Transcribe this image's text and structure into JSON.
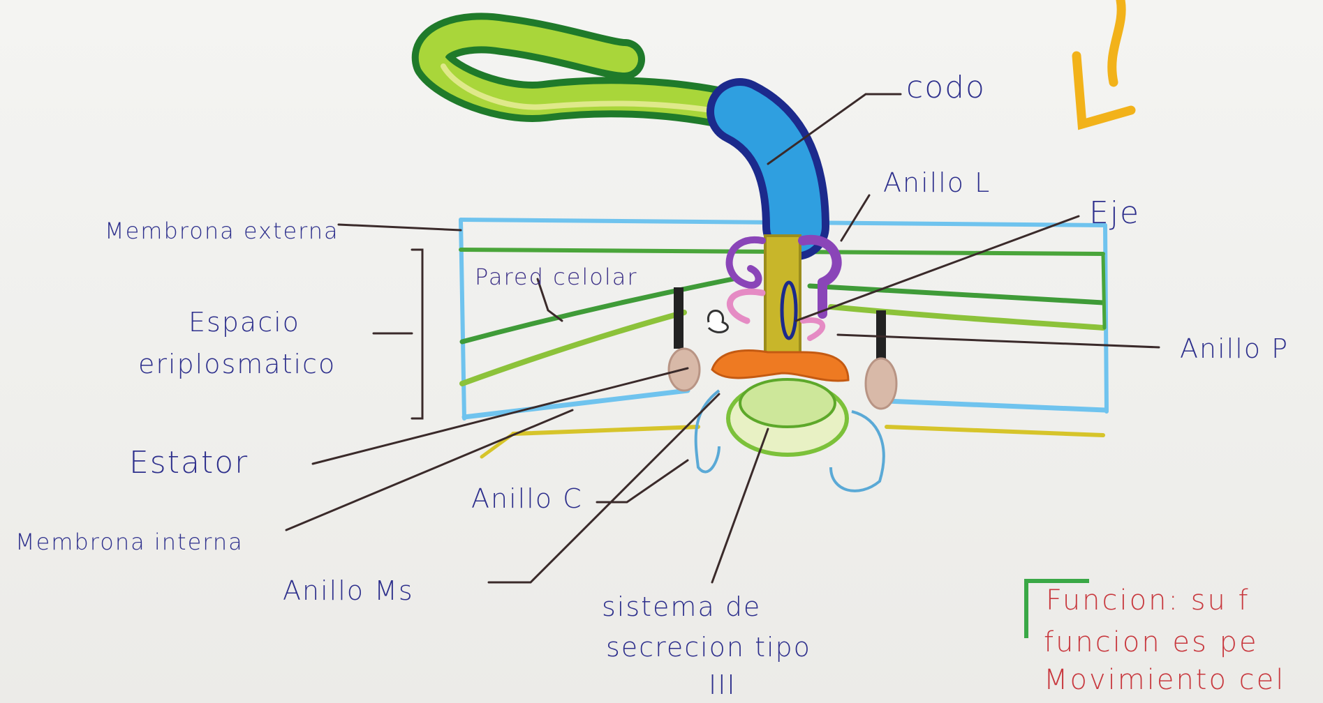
{
  "labels": {
    "codo": "codo",
    "anillo_l": "Anillo L",
    "eje": "Eje",
    "membrana_externa": "Membrona externa",
    "pared_celular": "Pared celolar",
    "espacio_line1": "Espacio",
    "espacio_line2": "eriplosmatico",
    "anillo_p": "Anillo P",
    "estator": "Estator",
    "membrana_interna": "Membrona interna",
    "anillo_c": "Anillo C",
    "anillo_ms": "Anillo Ms",
    "sistema_line1": "sistema de",
    "sistema_line2": "secrecion tipo",
    "sistema_line3": "III"
  },
  "funcion_note": {
    "line1": "Funcion: su f",
    "line2": "funcion es pe",
    "line3": "Movimiento cel"
  },
  "colors": {
    "ink_blue": "#2d2f8c",
    "note_red": "#c8383e",
    "flagellum_dark_green": "#1f7a2a",
    "flagellum_light_green": "#a9d63a",
    "hook_blue": "#2f9fe0",
    "membrane_light_blue": "#6fc3ee",
    "wall_green": "#4aa53a",
    "rod_yellow": "#c8b62a",
    "ring_purple": "#8a45b8",
    "ring_pink": "#e58bc4",
    "ring_orange": "#ee7a22",
    "ms_ring_lightgreen": "#cde79a",
    "stator_tan": "#d8b9a8",
    "arrow_orange": "#f2b21a"
  }
}
